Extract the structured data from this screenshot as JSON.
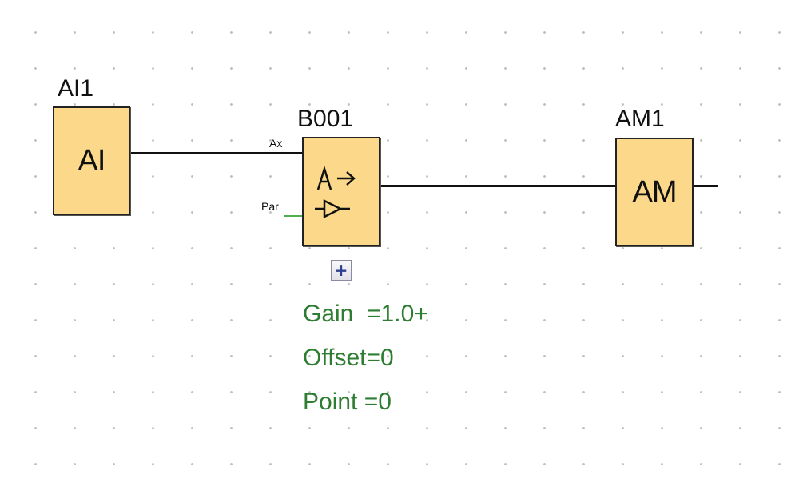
{
  "blocks": {
    "ai1": {
      "label": "AI1",
      "text": "AI"
    },
    "b001": {
      "label": "B001"
    },
    "am1": {
      "label": "AM1",
      "text": "AM"
    }
  },
  "pins": {
    "ax": "Ax",
    "par": "Par"
  },
  "parameters": {
    "gain": "Gain  =1.0+",
    "offset": "Offset=0",
    "point": "Point =0"
  },
  "expand_button": "+",
  "colors": {
    "block_fill": "#fcd98a",
    "parameter_text": "#2e7d32",
    "par_wire": "#4caf50"
  }
}
